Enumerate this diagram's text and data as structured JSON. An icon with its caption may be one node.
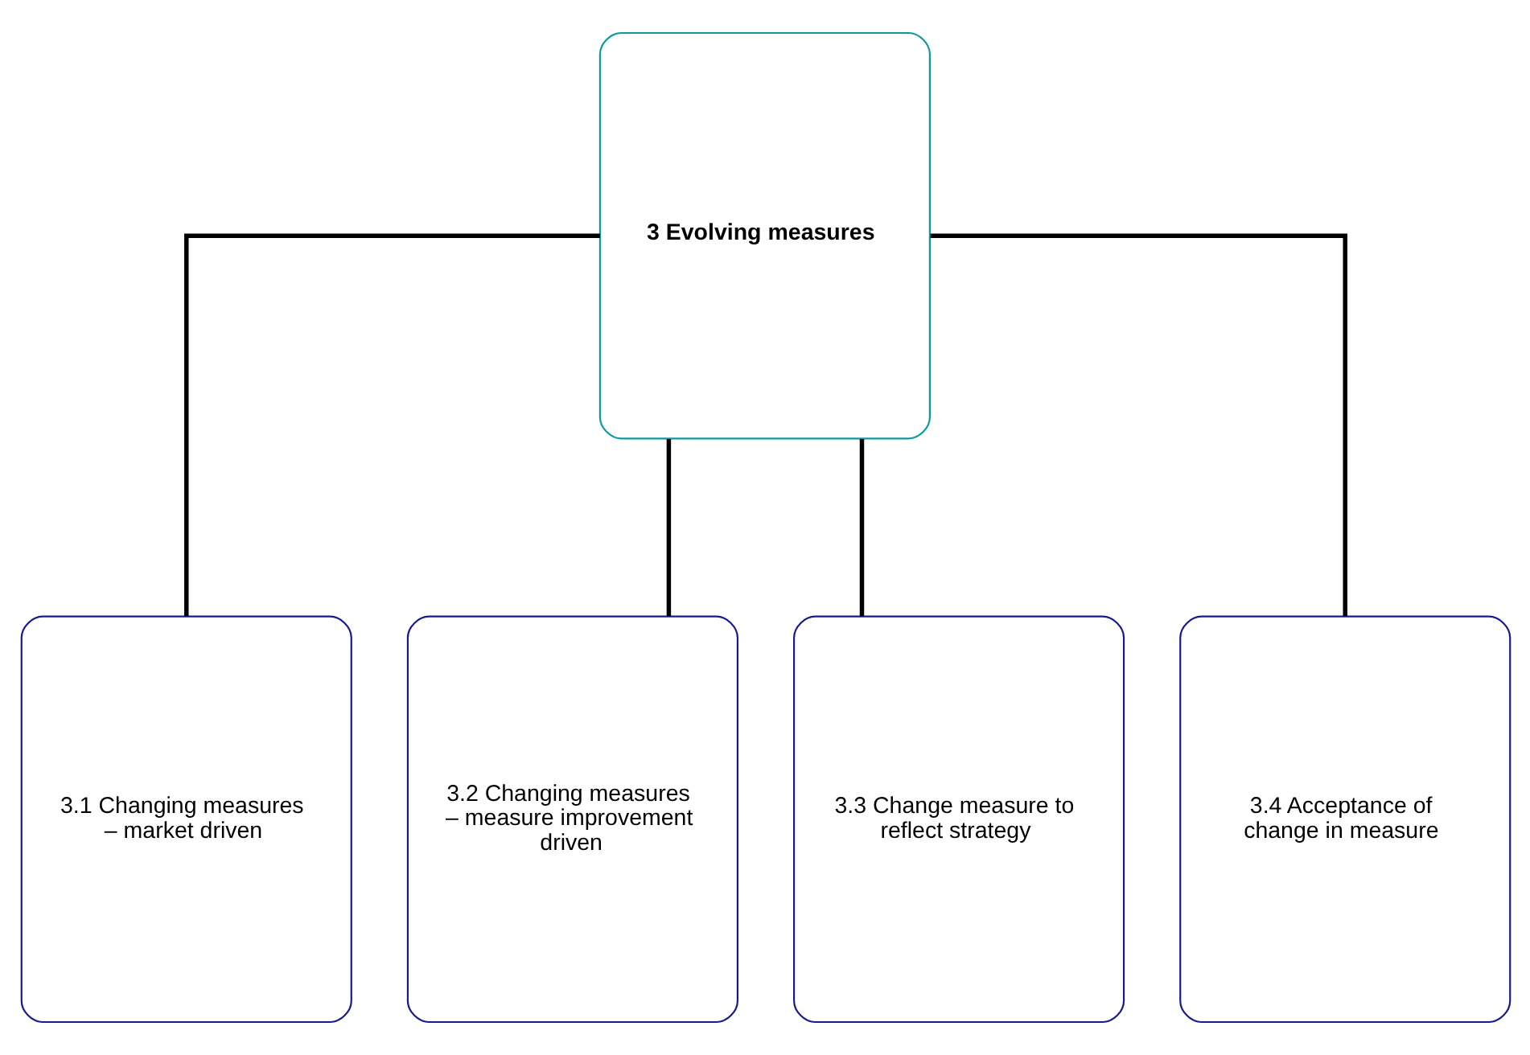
{
  "diagram": {
    "nodes": [
      {
        "text": [
          "3 Evolving measures"
        ]
      },
      {
        "text": [
          "3.1 Changing measures – market driven"
        ]
      },
      {
        "text": [
          "3.2 Changing measures – measure improvement driven"
        ]
      },
      {
        "text": [
          "3.3 Change measure to reflect strategy"
        ]
      },
      {
        "text": [
          "3.4 Acceptance of change in measure"
        ]
      }
    ],
    "edges": [
      {
        "from": 0,
        "to": 1,
        "arrow": "none"
      },
      {
        "from": 0,
        "to": 2,
        "arrow": "none"
      },
      {
        "from": 0,
        "to": 3,
        "arrow": "none"
      },
      {
        "from": 0,
        "to": 4,
        "arrow": "none"
      }
    ]
  }
}
